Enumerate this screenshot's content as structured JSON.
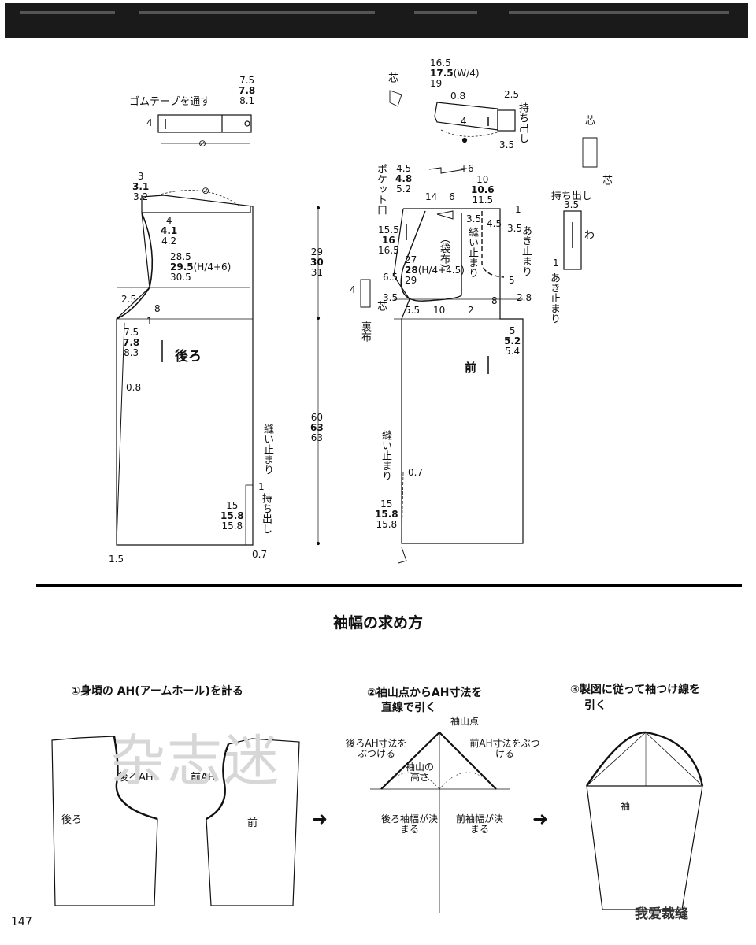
{
  "header": {
    "bar": ""
  },
  "waistband": {
    "label": "ゴムテープを通す",
    "height": "4",
    "width_sizes": [
      "7.5",
      "7.8",
      "8.1"
    ],
    "width_symbol": "⊘"
  },
  "back": {
    "label": "後ろ",
    "top_sizes": [
      "3",
      "3.1",
      "3.2"
    ],
    "top_symbol": "⊘",
    "armhole_sizes": [
      "4",
      "4.1",
      "4.2"
    ],
    "hip_sizes": [
      "28.5",
      "29.5",
      "30.5"
    ],
    "hip_formula": "(H/4+6)",
    "side_gap": "2.5",
    "side_8": "8",
    "side_1": "1",
    "crotch_sizes": [
      "7.5",
      "7.8",
      "8.3"
    ],
    "dart": "0.8",
    "slit_sizes": [
      "15",
      "15.8",
      "15.8"
    ],
    "slit_width": "0.7",
    "hem_offset": "1.5",
    "stop_label": "縫い止まり",
    "motidasi_width": "1",
    "motidasi_label": "持ち出し"
  },
  "length": {
    "upper_sizes": [
      "29",
      "30",
      "31"
    ],
    "lower_sizes": [
      "60",
      "63",
      "63"
    ]
  },
  "front": {
    "label": "前",
    "interfacing": "芯",
    "top_sizes": [
      "4.5",
      "4.8",
      "5.2"
    ],
    "top_plus": "+6",
    "pocket_label": "ポケット口",
    "pocket_sizes": [
      "15.5",
      "16",
      "16.5"
    ],
    "w14": "14",
    "w6": "6",
    "w_sizes": [
      "10",
      "10.6",
      "11.5"
    ],
    "w1": "1",
    "fly_35": "3.5",
    "fly_45": "4.5",
    "fly_35b": "3.5",
    "stop_label": "縫い止まり",
    "open_stop_label": "あき止まり",
    "bag_label": "（袋布）",
    "hip_sizes": [
      "27",
      "28",
      "29"
    ],
    "hip_formula": "(H/4+4.5)",
    "side_65": "6.5",
    "side_4": "4",
    "side_35": "3.5",
    "lining_label": "裏布",
    "bottom_55": "5.5",
    "bottom_10": "10",
    "bottom_2": "2",
    "crotch_5": "5",
    "crotch_8": "8",
    "crotch_28": "2.8",
    "crotch_sizes": [
      "5",
      "5.2",
      "5.4"
    ],
    "slit_label": "縫い止まり",
    "slit_07": "0.7",
    "slit_sizes": [
      "15",
      "15.8",
      "15.8"
    ]
  },
  "front_waistband": {
    "sizes": [
      "16.5",
      "17.5",
      "19"
    ],
    "formula": "(W/4)",
    "w08": "0.8",
    "w25": "2.5",
    "w4": "4",
    "w35": "3.5",
    "motidasi": "持ち出し",
    "interfacing": "芯"
  },
  "motidasi": {
    "label": "持ち出し",
    "width": "3.5",
    "fold": "わ",
    "w1": "1",
    "open_stop": "あき止まり",
    "interfacing": "芯"
  },
  "section": {
    "title": "袖幅の求め方",
    "step1": "①身頃の AH(アームホール)を計る",
    "step1_back_ah": "後ろAH",
    "step1_front_ah": "前AH",
    "step1_back": "後ろ",
    "step1_front": "前",
    "step2_line1": "②袖山点からAH寸法を",
    "step2_line2": "直線で引く",
    "step2_top": "袖山点",
    "step2_back_ah": "後ろAH寸法をぶつける",
    "step2_front_ah": "前AH寸法をぶつける",
    "step2_height": "袖山の高さ",
    "step2_back_width": "後ろ袖幅が決まる",
    "step2_front_width": "前袖幅が決まる",
    "step3_line1": "③製図に従って袖つけ線を",
    "step3_line2": "引く",
    "step3_sleeve": "袖",
    "arrow": "➜"
  },
  "watermark": "杂志迷",
  "page_number": "147",
  "brand": "我爱裁缝"
}
